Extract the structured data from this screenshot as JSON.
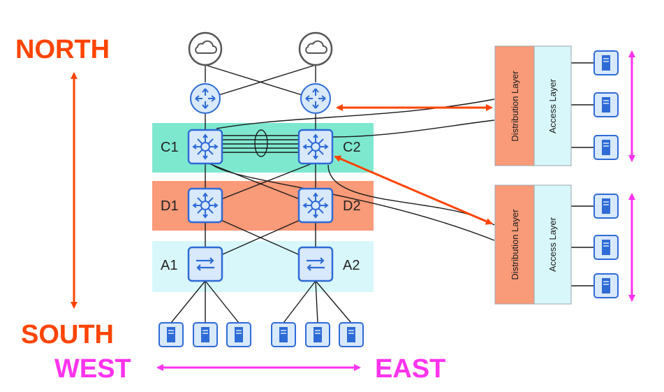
{
  "directions": {
    "north": "NORTH",
    "south": "SOUTH",
    "west": "WEST",
    "east": "EAST"
  },
  "devices": {
    "c1": "C1",
    "c2": "C2",
    "d1": "D1",
    "d2": "D2",
    "a1": "A1",
    "a2": "A2"
  },
  "blocks": {
    "top_distribution": "Distribution Layer",
    "top_access": "Access Layer",
    "bottom_distribution": "Distribution Layer",
    "bottom_access": "Access Layer"
  },
  "icons": {
    "cloud": "cloud-icon",
    "router": "router-icon",
    "multilayer_switch": "multilayer-switch-icon",
    "switch": "switch-icon",
    "server": "server-icon"
  },
  "colors": {
    "north_south": "#ff4400",
    "east_west": "#ff33ee",
    "core_band": "#7ee8cf",
    "distribution_band": "#f99a78",
    "access_band": "#d8f7fa",
    "device_blue": "#2e6bd6",
    "device_fill": "#d8e9fc"
  }
}
